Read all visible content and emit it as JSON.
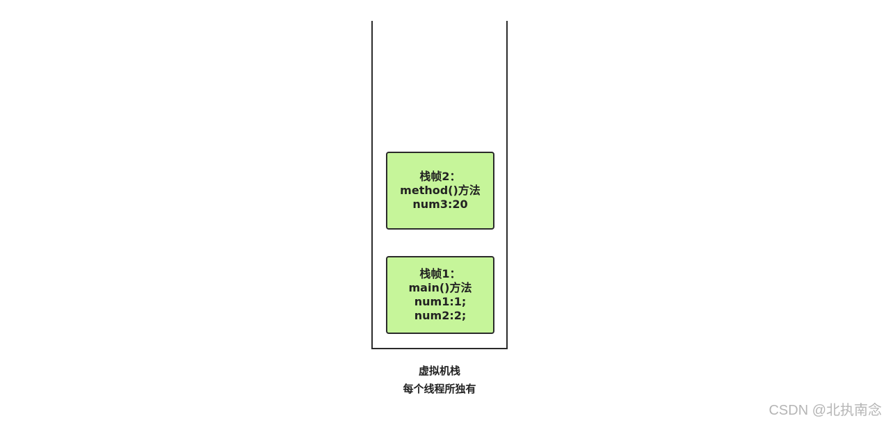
{
  "stack": {
    "frames": [
      {
        "lines": [
          "栈帧2：",
          "method()方法",
          "num3:20"
        ]
      },
      {
        "lines": [
          "栈帧1：",
          "main()方法",
          "num1:1;",
          "num2:2;"
        ]
      }
    ],
    "caption_title": "虚拟机栈",
    "caption_subtitle": "每个线程所独有"
  },
  "colors": {
    "frame_fill": "#c6f59a",
    "outline": "#2a2a2a",
    "watermark": "#b5b5b5"
  },
  "watermark": "CSDN @北执南念"
}
